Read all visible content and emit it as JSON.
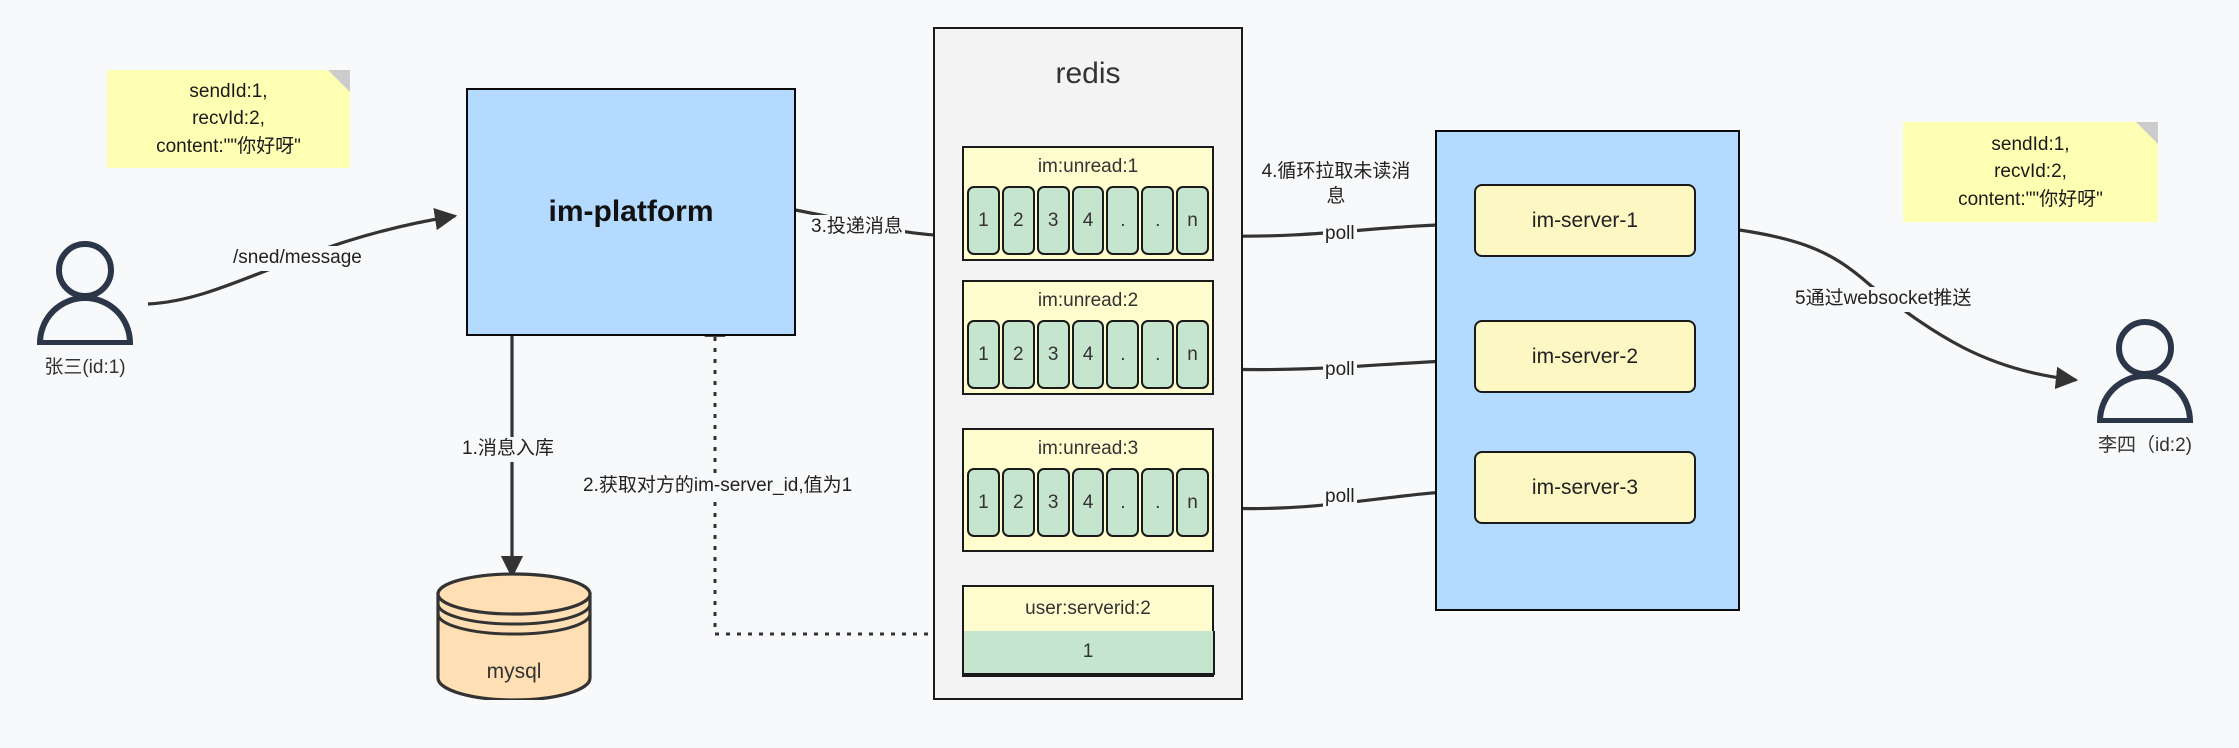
{
  "diagram": {
    "title": "IM message delivery architecture",
    "colors": {
      "note_bg": "#ffffb3",
      "process_blue": "#b5daff",
      "key_yellow": "#fffcce",
      "value_green": "#c6e5ce",
      "server_yellow": "#fdf7c3",
      "db_orange": "#ffdfb3",
      "stroke": "#1a1a1a",
      "canvas": "#f8f9fa"
    }
  },
  "notes": {
    "left": {
      "line1": "sendId:1,",
      "line2": "recvId:2,",
      "line3": "content:\"\"你好呀\""
    },
    "right": {
      "line1": "sendId:1,",
      "line2": "recvId:2,",
      "line3": "content:\"\"你好呀\""
    }
  },
  "actors": {
    "sender": {
      "label": "张三(id:1)",
      "icon": "user-icon"
    },
    "receiver": {
      "label": "李四（id:2)",
      "icon": "user-icon"
    }
  },
  "nodes": {
    "platform": {
      "label": "im-platform"
    },
    "mysql": {
      "label": "mysql"
    },
    "redis": {
      "label": "redis"
    },
    "server_group": {
      "label": ""
    }
  },
  "redis_keys": [
    {
      "name": "im:unread:1",
      "cells": [
        "1",
        "2",
        "3",
        "4",
        ".",
        ".",
        "n"
      ]
    },
    {
      "name": "im:unread:2",
      "cells": [
        "1",
        "2",
        "3",
        "4",
        ".",
        ".",
        "n"
      ]
    },
    {
      "name": "im:unread:3",
      "cells": [
        "1",
        "2",
        "3",
        "4",
        ".",
        ".",
        "n"
      ]
    }
  ],
  "redis_kv": {
    "name": "user:serverid:2",
    "value": "1"
  },
  "servers": [
    {
      "label": "im-server-1"
    },
    {
      "label": "im-server-2"
    },
    {
      "label": "im-server-3"
    }
  ],
  "edges": {
    "send_message": "/sned/message",
    "step1": "1.消息入库",
    "step2": "2.获取对方的im-server_id,值为1",
    "step3": "3.投递消息",
    "step4": "4.循环拉取未读消息",
    "step5": "5通过websocket推送",
    "poll1": "poll",
    "poll2": "poll",
    "poll3": "poll"
  }
}
